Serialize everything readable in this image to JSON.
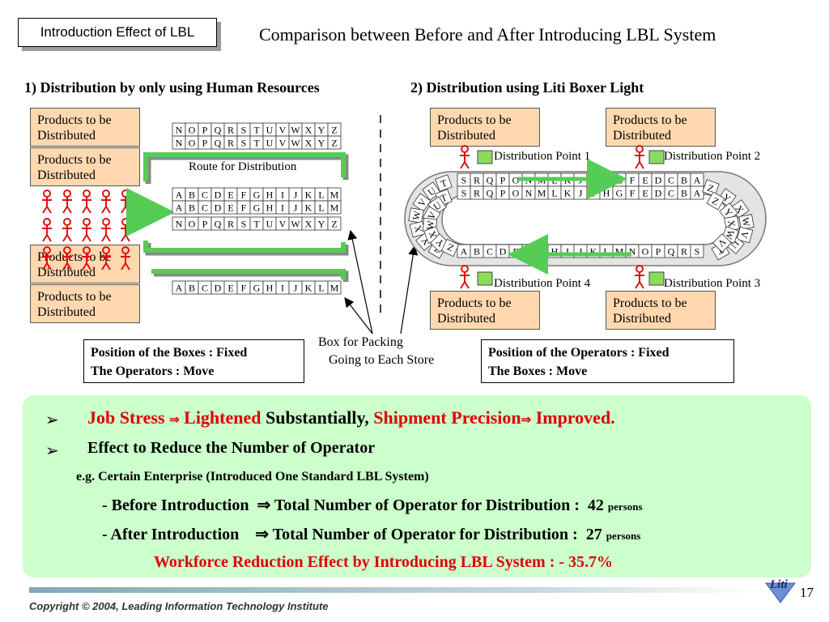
{
  "tag": "Introduction Effect of LBL",
  "title": "Comparison between Before and After Introducing LBL System",
  "left": {
    "heading": "1) Distribution by only using Human Resources",
    "products_label": "Products to be Distributed",
    "route_label": "Route for Distribution",
    "rows": [
      [
        "N",
        "O",
        "P",
        "Q",
        "R",
        "S",
        "T",
        "U",
        "V",
        "W",
        "X",
        "Y",
        "Z"
      ],
      [
        "N",
        "O",
        "P",
        "Q",
        "R",
        "S",
        "T",
        "U",
        "V",
        "W",
        "X",
        "Y",
        "Z"
      ],
      [
        "A",
        "B",
        "C",
        "D",
        "E",
        "F",
        "G",
        "H",
        "I",
        "J",
        "K",
        "L",
        "M"
      ],
      [
        "A",
        "B",
        "C",
        "D",
        "E",
        "F",
        "G",
        "H",
        "I",
        "J",
        "K",
        "L",
        "M"
      ],
      [
        "N",
        "O",
        "P",
        "Q",
        "R",
        "S",
        "T",
        "U",
        "V",
        "W",
        "X",
        "Y",
        "Z"
      ],
      [
        "A",
        "B",
        "C",
        "D",
        "E",
        "F",
        "G",
        "H",
        "I",
        "J",
        "K",
        "L",
        "M"
      ]
    ],
    "info_line1": "Position of the Boxes : Fixed",
    "info_line2": "The Operators : Move"
  },
  "packing_line1": "Box for Packing",
  "packing_line2": "Going to Each Store",
  "right": {
    "heading": "2) Distribution using Liti Boxer Light",
    "products_label": "Products to be Distributed",
    "points": [
      "Distribution Point 1",
      "Distribution Point 2",
      "Distribution Point 3",
      "Distribution Point 4"
    ],
    "top_row1": [
      "S",
      "R",
      "Q",
      "P",
      "O",
      "N",
      "M",
      "L",
      "K",
      "J",
      "I",
      "H",
      "G",
      "F",
      "E",
      "D",
      "C",
      "B",
      "A"
    ],
    "top_row2": [
      "S",
      "R",
      "Q",
      "P",
      "O",
      "N",
      "M",
      "L",
      "K",
      "J",
      "I",
      "H",
      "G",
      "F",
      "E",
      "D",
      "C",
      "B",
      "A"
    ],
    "bottom_row": [
      "A",
      "B",
      "C",
      "D",
      "E",
      "F",
      "G",
      "H",
      "I",
      "J",
      "K",
      "L",
      "M",
      "N",
      "O",
      "P",
      "Q",
      "R",
      "S"
    ],
    "info_line1": "Position of the Operators : Fixed",
    "info_line2": "The Boxes : Move"
  },
  "summary": {
    "bullet": "➢",
    "l1_a": "Job Stress",
    "arrow": "⇒",
    "l1_b": "Lightened",
    "l1_c": "Substantially,",
    "l1_d": "Shipment Precision",
    "l1_e": "Improved.",
    "l2": "Effect to Reduce the Number of Operator",
    "l3": "e.g. Certain Enterprise (Introduced One Standard LBL System)",
    "l4_a": "- Before Introduction",
    "l4_b": "⇒ Total Number of Operator for Distribution :",
    "l4_n": "42",
    "unit": "persons",
    "l5_a": "- After Introduction",
    "l5_b": "⇒ Total Number of Operator for Distribution :",
    "l5_n": "27",
    "l6": "Workforce Reduction Effect by Introducing LBL System :  - 35.7%"
  },
  "copyright": "Copyright © 2004, Leading Information Technology Institute",
  "page": "17",
  "logo_text": "Liti",
  "colors": {
    "product_fill": "#ffd8b0",
    "green_panel": "#ccffcc",
    "route_green": "#55cc55",
    "operator_red": "#e01010",
    "text_red": "#e00000"
  }
}
